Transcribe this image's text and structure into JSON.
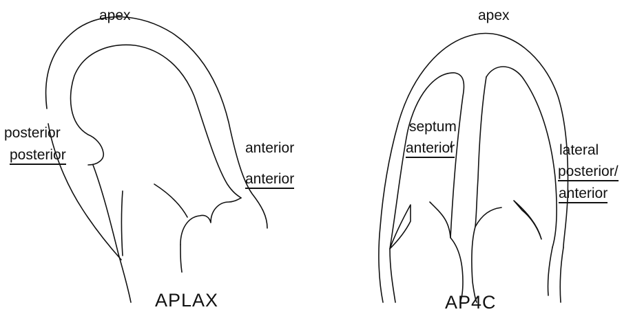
{
  "aplax": {
    "apex": "apex",
    "left_top": "posterior",
    "left_bottom": "posterior",
    "right_top": "anterior",
    "right_bottom": "anterior",
    "title": "APLAX"
  },
  "ap4c": {
    "apex": "apex",
    "septum_top": "septum",
    "septum_bottom": "anterior",
    "lateral_top": "lateral",
    "lateral_mid": "posterior/",
    "lateral_bottom": "anterior",
    "title": "AP4C"
  }
}
